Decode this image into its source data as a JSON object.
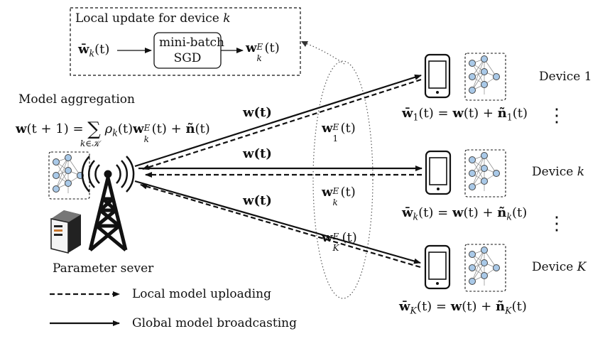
{
  "local_update": {
    "title": "Local update for device",
    "title_var": "k",
    "input_var": "w̄",
    "input_sub": "k",
    "input_arg": "(t)",
    "box_line1": "mini-batch",
    "box_line2": "SGD",
    "output_var": "w",
    "output_sub": "k",
    "output_sup": "E",
    "output_arg": "(t)"
  },
  "aggregation": {
    "title": "Model aggregation",
    "lhs": "w",
    "lhs_arg": "(t + 1) =",
    "sum_symbol": "∑",
    "sum_index": "k∈𝒦",
    "rho": "ρ",
    "rho_sub": "k",
    "rho_arg": "(t)",
    "w": "w",
    "w_sub": "k",
    "w_sup": "E",
    "w_arg": "(t) +",
    "noise": "ñ",
    "noise_arg": "(t)"
  },
  "server": {
    "label": "Parameter sever"
  },
  "links": {
    "broadcast_1": "w(t)",
    "broadcast_k": "w(t)",
    "broadcast_K": "w(t)",
    "upload_1": {
      "w": "w",
      "sub": "1",
      "sup": "E",
      "arg": "(t)"
    },
    "upload_k": {
      "w": "w",
      "sub": "k",
      "sup": "E",
      "arg": "(t)"
    },
    "upload_K": {
      "w": "w",
      "sub": "K",
      "sup": "E",
      "arg": "(t)"
    }
  },
  "devices": [
    {
      "label": "Device 1",
      "eq_sub": "1",
      "eq_mid": "(t) = ",
      "eq_w": "w",
      "eq_plus": "(t) + ",
      "eq_n": "ñ",
      "eq_nsub": "1",
      "eq_end": "(t)"
    },
    {
      "label": "Device",
      "label_var": "k",
      "eq_sub": "k",
      "eq_mid": "(t) = ",
      "eq_w": "w",
      "eq_plus": "(t) + ",
      "eq_n": "ñ",
      "eq_nsub": "k",
      "eq_end": "(t)"
    },
    {
      "label": "Device",
      "label_var": "K",
      "eq_sub": "K",
      "eq_mid": "(t) = ",
      "eq_w": "w",
      "eq_plus": "(t) + ",
      "eq_n": "ñ",
      "eq_nsub": "K",
      "eq_end": "(t)"
    }
  ],
  "dots": "⋮",
  "legend": {
    "dashed": "Local model uploading",
    "solid": "Global model broadcasting"
  }
}
